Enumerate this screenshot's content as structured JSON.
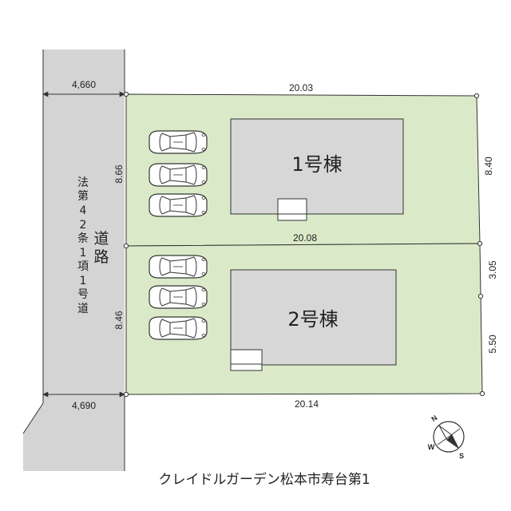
{
  "road": {
    "label_vertical": "法第42条1項1号道路",
    "label_big": "道路",
    "width_top": "4,660",
    "width_bottom": "4,690"
  },
  "lot1": {
    "top": "20.03",
    "right": "8.40",
    "left": "8.66",
    "building": "1号棟"
  },
  "lot2": {
    "top": "20.08",
    "right_upper": "3.05",
    "right_lower": "5.50",
    "left": "8.46",
    "bottom": "20.14",
    "building": "2号棟"
  },
  "compass": {
    "north": "N",
    "west": "W",
    "south": "S"
  },
  "caption": "クレイドルガーデン松本市寿台第1",
  "colors": {
    "lot_fill": "#daeac8",
    "road_fill": "#d4d4d4",
    "building_fill": "#d7d7d7",
    "line": "#333333"
  }
}
